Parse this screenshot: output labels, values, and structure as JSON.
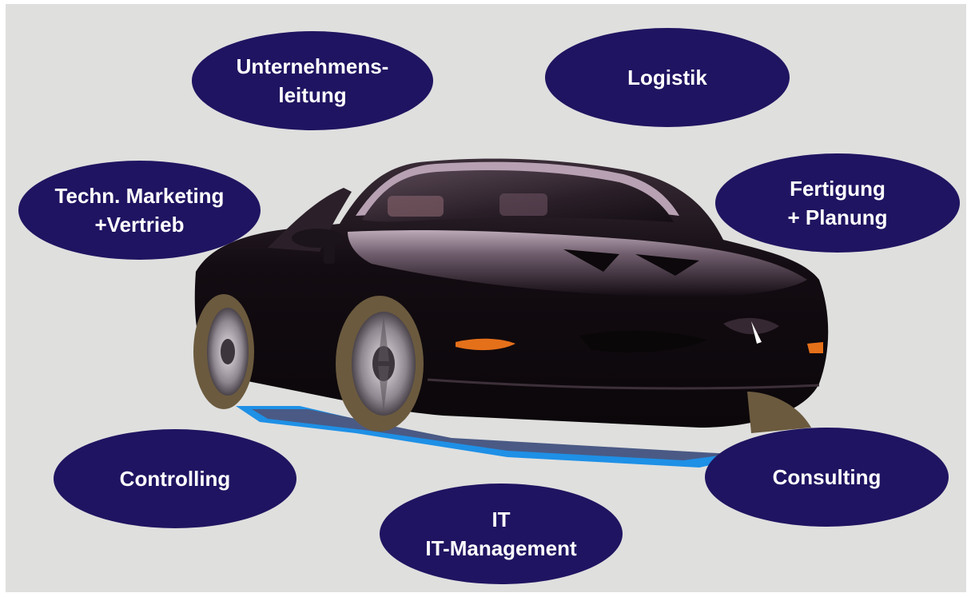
{
  "colors": {
    "background": "#dfdfde",
    "bubble_fill": "#1f1461",
    "bubble_text": "#ffffff",
    "car_body": "#160f15",
    "car_highlight": "#c9b4c4",
    "shadow_blue": "#1e90e6",
    "indicator_orange": "#e5701a"
  },
  "bubbles": {
    "unternehmensleitung": {
      "line1": "Unternehmens-",
      "line2": "leitung"
    },
    "logistik": {
      "line1": "Logistik"
    },
    "marketing": {
      "line1": "Techn. Marketing",
      "line2": "+Vertrieb"
    },
    "fertigung": {
      "line1": "Fertigung",
      "line2": "+ Planung"
    },
    "controlling": {
      "line1": "Controlling"
    },
    "consulting": {
      "line1": "Consulting"
    },
    "it": {
      "line1": "IT",
      "line2": "IT-Management"
    }
  },
  "illustration": {
    "icon": "sports-car-icon"
  }
}
